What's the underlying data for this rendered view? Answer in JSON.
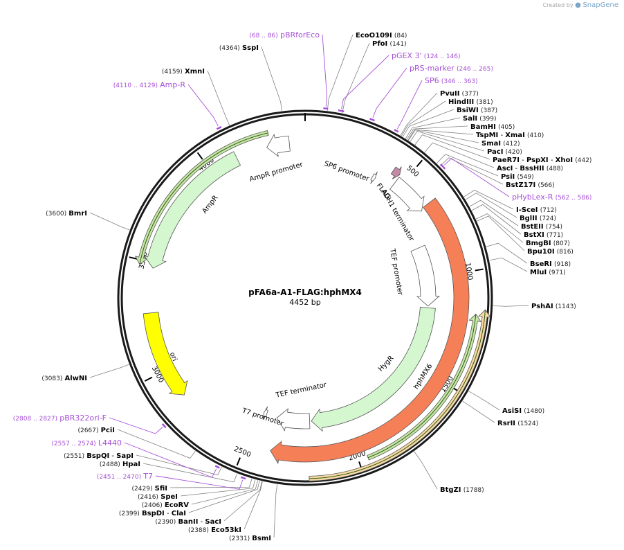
{
  "credit": {
    "prefix": "Created by",
    "brand": "SnapGene"
  },
  "plasmid": {
    "name": "pFA6a-A1-FLAG:hphMX4",
    "size_label": "4452 bp",
    "length": 4452
  },
  "colors": {
    "ring": "#1a1a1a",
    "primer": "#a64fd6",
    "enzyme_text": "#000000",
    "pos_text": "#222222",
    "feature_green": "#d4f7d0",
    "feature_orange": "#f58058",
    "feature_yellow": "#ffff00",
    "feature_white": "#ffffff",
    "flag": "#c28aa5",
    "orf_green": "#4fb024",
    "orf_orange": "#f5a623",
    "leader": "#808080"
  },
  "ticks": [
    {
      "pos": 500,
      "label": "500"
    },
    {
      "pos": 1000,
      "label": "1000"
    },
    {
      "pos": 1500,
      "label": "1500"
    },
    {
      "pos": 2000,
      "label": "2000"
    },
    {
      "pos": 2500,
      "label": "2500"
    },
    {
      "pos": 3000,
      "label": "3000"
    },
    {
      "pos": 3500,
      "label": "3500"
    },
    {
      "pos": 4000,
      "label": "4000"
    }
  ],
  "enzymes_right": [
    {
      "name": "EcoO109I",
      "pos": "(84)",
      "site": 84
    },
    {
      "name": "PfoI",
      "pos": "(141)",
      "site": 141
    },
    {
      "name": "PvuII",
      "pos": "(377)",
      "site": 377
    },
    {
      "name": "HindIII",
      "pos": "(381)",
      "site": 381
    },
    {
      "name": "BsiWI",
      "pos": "(387)",
      "site": 387
    },
    {
      "name": "SalI",
      "pos": "(399)",
      "site": 399
    },
    {
      "name": "BamHI",
      "pos": "(405)",
      "site": 405
    },
    {
      "name": "TspMI",
      "name2": "XmaI",
      "pos": "(410)",
      "site": 410
    },
    {
      "name": "SmaI",
      "pos": "(412)",
      "site": 412
    },
    {
      "name": "PacI",
      "pos": "(420)",
      "site": 420
    },
    {
      "name": "PaeR7I",
      "name2": "PspXI",
      "name3": "XhoI",
      "pos": "(442)",
      "site": 442
    },
    {
      "name": "AscI",
      "name2": "BssHII",
      "pos": "(488)",
      "site": 488
    },
    {
      "name": "PsiI",
      "pos": "(549)",
      "site": 549
    },
    {
      "name": "BstZ17I",
      "pos": "(566)",
      "site": 566
    },
    {
      "name": "I-SceI",
      "pos": "(712)",
      "site": 712
    },
    {
      "name": "BglII",
      "pos": "(724)",
      "site": 724
    },
    {
      "name": "BstEII",
      "pos": "(754)",
      "site": 754
    },
    {
      "name": "BstXI",
      "pos": "(771)",
      "site": 771
    },
    {
      "name": "BmgBI",
      "pos": "(807)",
      "site": 807
    },
    {
      "name": "Bpu10I",
      "pos": "(816)",
      "site": 816
    },
    {
      "name": "BseRI",
      "pos": "(918)",
      "site": 918
    },
    {
      "name": "MluI",
      "pos": "(971)",
      "site": 971
    },
    {
      "name": "PshAI",
      "pos": "(1143)",
      "site": 1143
    },
    {
      "name": "AsiSI",
      "pos": "(1480)",
      "site": 1480
    },
    {
      "name": "RsrII",
      "pos": "(1524)",
      "site": 1524
    },
    {
      "name": "BtgZI",
      "pos": "(1788)",
      "site": 1788
    }
  ],
  "enzymes_left": [
    {
      "name": "SspI",
      "pos": "(4364)",
      "site": 4364
    },
    {
      "name": "XmnI",
      "pos": "(4159)",
      "site": 4159
    },
    {
      "name": "BmrI",
      "pos": "(3600)",
      "site": 3600
    },
    {
      "name": "AlwNI",
      "pos": "(3083)",
      "site": 3083
    },
    {
      "name": "PciI",
      "pos": "(2667)",
      "site": 2667
    },
    {
      "name": "BspQI",
      "name2": "SapI",
      "pos": "(2551)",
      "site": 2551
    },
    {
      "name": "HpaI",
      "pos": "(2488)",
      "site": 2488
    },
    {
      "name": "SfiI",
      "pos": "(2429)",
      "site": 2429
    },
    {
      "name": "SpeI",
      "pos": "(2416)",
      "site": 2416
    },
    {
      "name": "EcoRV",
      "pos": "(2406)",
      "site": 2406
    },
    {
      "name": "BspDI",
      "name2": "ClaI",
      "pos": "(2399)",
      "site": 2399
    },
    {
      "name": "BanII",
      "name2": "SacI",
      "pos": "(2390)",
      "site": 2390
    },
    {
      "name": "Eco53kI",
      "pos": "(2388)",
      "site": 2388
    },
    {
      "name": "BsmI",
      "pos": "(2331)",
      "site": 2331
    }
  ],
  "primers_right": [
    {
      "name": "pGEX 3'",
      "range": "(124 .. 146)",
      "start": 124,
      "end": 146
    },
    {
      "name": "pRS-marker",
      "range": "(246 .. 265)",
      "start": 246,
      "end": 265
    },
    {
      "name": "SP6",
      "range": "(346 .. 363)",
      "start": 346,
      "end": 363
    },
    {
      "name": "pHybLex-R",
      "range": "(562 .. 586)",
      "start": 562,
      "end": 586
    }
  ],
  "primers_left": [
    {
      "name": "pBRforEco",
      "range": "(68 .. 86)",
      "start": 68,
      "end": 86
    },
    {
      "name": "Amp-R",
      "range": "(4110 .. 4129)",
      "start": 4110,
      "end": 4129
    },
    {
      "name": "pBR322ori-F",
      "range": "(2808 .. 2827)",
      "start": 2808,
      "end": 2827
    },
    {
      "name": "L4440",
      "range": "(2557 .. 2574)",
      "start": 2557,
      "end": 2574
    },
    {
      "name": "T7",
      "range": "(2451 .. 2470)",
      "start": 2451,
      "end": 2470
    }
  ],
  "features": [
    {
      "name": "AmpR promoter",
      "start": 4380,
      "end": 4275,
      "color": "#ffffff"
    },
    {
      "name": "AmpR",
      "start": 4130,
      "end": 3475,
      "color": "#d4f7d0"
    },
    {
      "name": "ori",
      "start": 3270,
      "end": 2860,
      "color": "#ffff00"
    },
    {
      "name": "SP6 promoter",
      "start": 360,
      "end": 376,
      "color": "#ffffff"
    },
    {
      "name": "FLAG",
      "start": 430,
      "end": 465,
      "color": "#c28aa5"
    },
    {
      "name": "ADH1 terminator",
      "start": 470,
      "end": 660,
      "color": "#ffffff"
    },
    {
      "name": "TEF promoter",
      "start": 820,
      "end": 1160,
      "color": "#ffffff"
    },
    {
      "name": "HygR",
      "start": 1170,
      "end": 2190,
      "color": "#d4f7d0"
    },
    {
      "name": "TEF terminator",
      "start": 2200,
      "end": 2390,
      "color": "#ffffff"
    },
    {
      "name": "hphMX6",
      "start": 650,
      "end": 2385,
      "color": "#f58058"
    },
    {
      "name": "T7 promoter",
      "start": 2452,
      "end": 2470,
      "color": "#ffffff"
    }
  ],
  "feature_labels": {
    "amp_promoter": "AmpR promoter",
    "amp": "AmpR",
    "ori": "ori",
    "sp6": "SP6 promoter",
    "flag": "FLAG",
    "adh1": "ADH1 terminator",
    "tef_promoter": "TEF promoter",
    "hyg": "HygR",
    "tef_terminator": "TEF terminator",
    "hphmx6": "hphMX6",
    "t7": "T7 promoter"
  }
}
